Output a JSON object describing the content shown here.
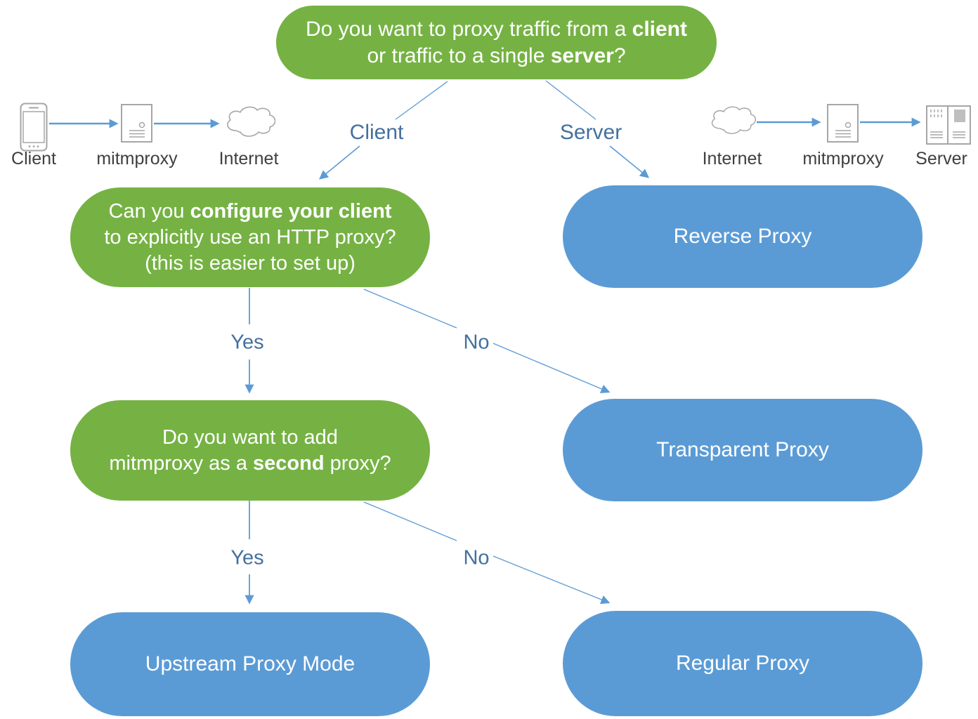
{
  "colors": {
    "question_green": "#75B243",
    "result_blue": "#5B9BD5",
    "connector_blue": "#5B9BD5",
    "edge_label_blue": "#44709E",
    "icon_stroke_gray": "#A6A6A6",
    "icon_label_gray": "#3F3F3F"
  },
  "nodes": {
    "root": {
      "l1a": "Do you want to proxy traffic from a ",
      "l1b": "client",
      "l2a": "or traffic to a single ",
      "l2b": "server",
      "l2c": "?"
    },
    "configure": {
      "l1a": "Can you ",
      "l1b": "configure your client",
      "l2": "to explicitly use an HTTP proxy?",
      "l3": "(this is easier to set up)"
    },
    "second": {
      "l1": "Do you want to add",
      "l2a": "mitmproxy as a ",
      "l2b": "second",
      "l2c": " proxy?"
    },
    "reverse": {
      "label": "Reverse Proxy"
    },
    "transparent": {
      "label": "Transparent Proxy"
    },
    "upstream": {
      "label": "Upstream Proxy Mode"
    },
    "regular": {
      "label": "Regular Proxy"
    }
  },
  "edges": {
    "client": "Client",
    "server": "Server",
    "yes1": "Yes",
    "no1": "No",
    "yes2": "Yes",
    "no2": "No"
  },
  "icon_flows": {
    "left": [
      {
        "icon": "smartphone-icon",
        "label": "Client"
      },
      {
        "icon": "proxy-server-icon",
        "label": "mitmproxy"
      },
      {
        "icon": "cloud-icon",
        "label": "Internet"
      }
    ],
    "right": [
      {
        "icon": "cloud-icon",
        "label": "Internet"
      },
      {
        "icon": "proxy-server-icon",
        "label": "mitmproxy"
      },
      {
        "icon": "server-rack-icon",
        "label": "Server"
      }
    ]
  }
}
